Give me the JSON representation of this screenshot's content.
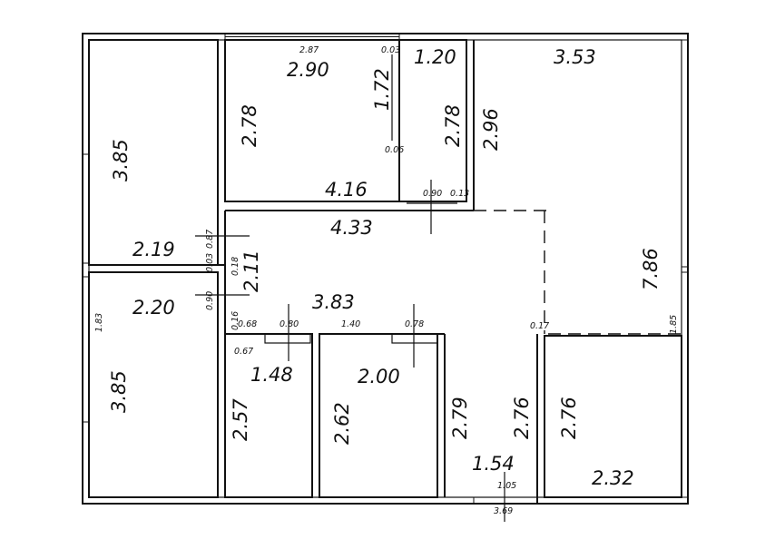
{
  "dimensions": {
    "kitchen_top_small": "2.87",
    "kitchen_width": "2.90",
    "kitchen_left_height": "2.78",
    "kitchen_partition": "1.72",
    "kitchen_partition_gap": "0.03",
    "kitchen_partition_end": "0.06",
    "kitchen_right_width": "1.20",
    "kitchen_right_height": "2.78",
    "kitchen_bottom": "4.16",
    "door_kitchen": "0.90",
    "door_kitchen_offset": "0.13",
    "left_room_top_height": "3.85",
    "left_room_top_width": "2.19",
    "left_room_bottom_width": "2.20",
    "left_room_bottom_height": "3.85",
    "left_window": "1.83",
    "door_left_top": "0.87",
    "wall_gap_a": "0.03",
    "wall_gap_b": "0.18",
    "door_left_bottom": "0.90",
    "wall_gap_c": "0.16",
    "hall_top": "4.33",
    "hall_height": "2.11",
    "hall_width": "3.83",
    "big_room_height": "2.96",
    "big_room_width": "3.53",
    "big_room_full_height": "7.86",
    "right_window": "1.85",
    "bottom_room_right_top": "0.17",
    "bath_a_door_left": "0.68",
    "bath_a_door": "0.80",
    "bath_a_gap": "0.67",
    "bath_a_width": "1.48",
    "bath_a_height": "2.57",
    "bath_b_gap": "1.40",
    "bath_b_door": "0.78",
    "bath_b_width": "2.00",
    "bath_b_height": "2.62",
    "corridor_left_height": "2.79",
    "corridor_right_height": "2.76",
    "corridor_width": "1.54",
    "entrance_door": "1.05",
    "entrance_total": "3.69",
    "bottom_right_height": "2.76",
    "bottom_right_width": "2.32"
  }
}
